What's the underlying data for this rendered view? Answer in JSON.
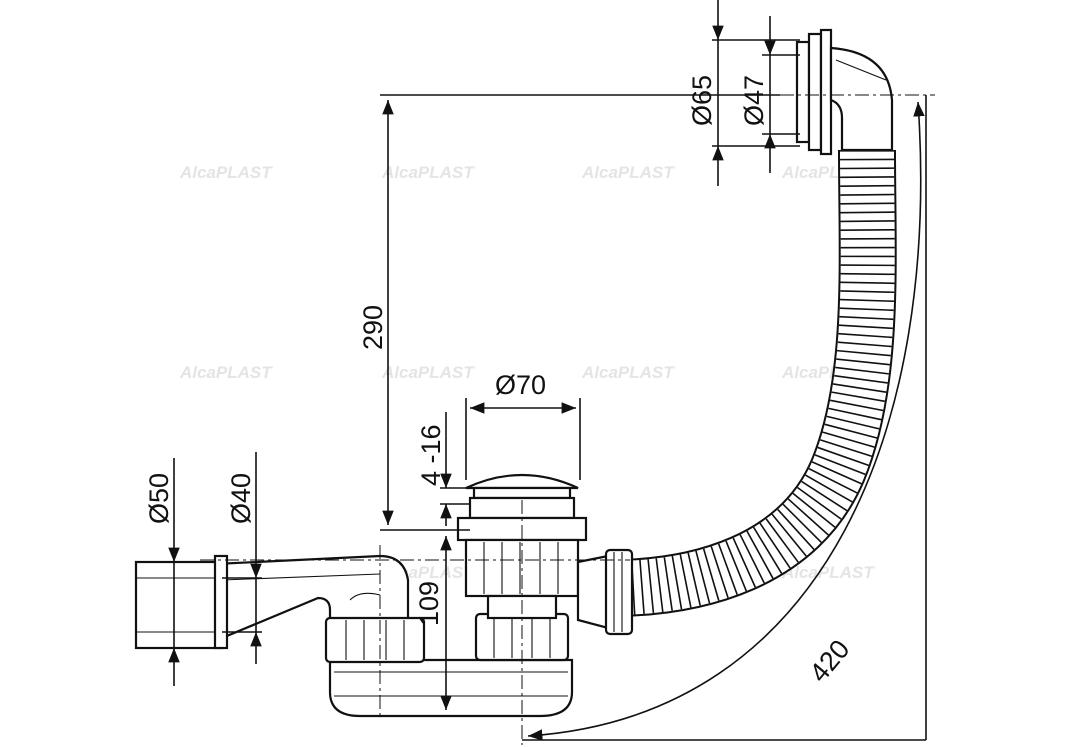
{
  "watermark": {
    "brand": "Alca",
    "suffix": "PLAST",
    "color": "#e4e4e4"
  },
  "dimensions": {
    "overflow_outer": "Ø65",
    "overflow_inner": "Ø47",
    "height_overflow": "290",
    "plug_diameter": "Ø70",
    "plug_lift": "4 -16",
    "height_siphon": "109",
    "outlet_outer": "Ø50",
    "outlet_inner": "Ø40",
    "hose_length": "420"
  },
  "colors": {
    "line": "#111111",
    "background": "#ffffff"
  }
}
